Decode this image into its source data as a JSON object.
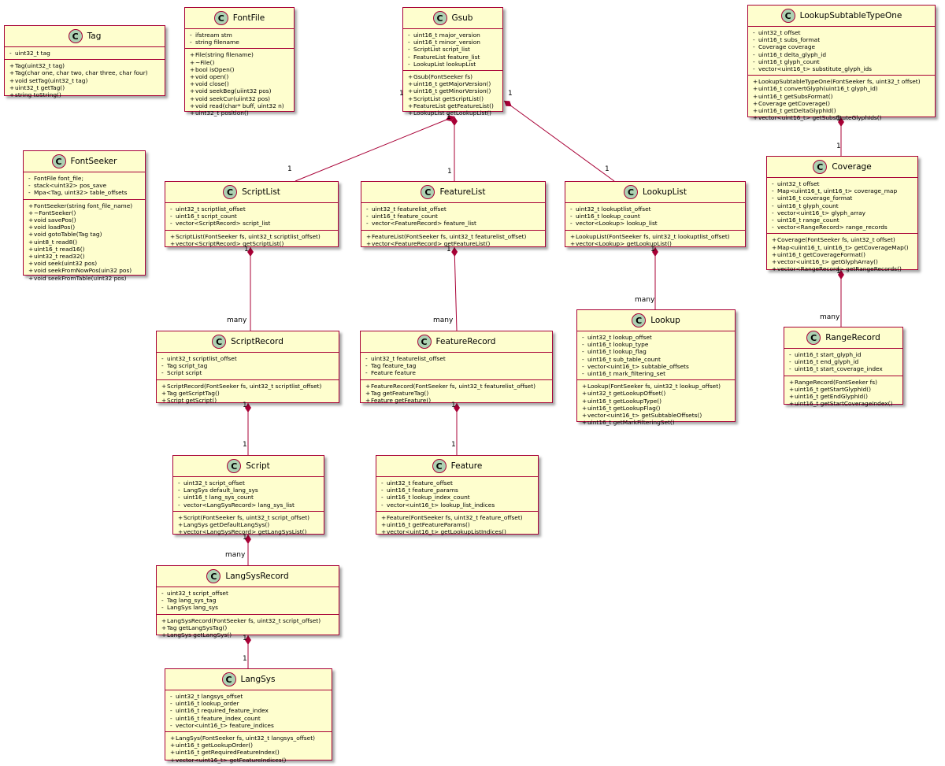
{
  "classes": [
    {
      "id": "tag",
      "name": "Tag",
      "fields": [
        "uint32_t tag"
      ],
      "methods": [
        "Tag(uint32_t tag)",
        "Tag(char one, char two, char three, char four)",
        "void setTag(uint32_t tag)",
        "uint32_t getTag()",
        "string toString()"
      ]
    },
    {
      "id": "fontfile",
      "name": "FontFile",
      "fields": [
        "ifstream stm",
        "string filename"
      ],
      "methods": [
        "File(string filename)",
        "~File()",
        "bool isOpen()",
        "void open()",
        "void close()",
        "void seekBeg(uiint32 pos)",
        "void seekCur(uiint32 pos)",
        "void read(char* buff, uint32 n)",
        "uint32_t position()"
      ]
    },
    {
      "id": "fontseeker",
      "name": "FontSeeker",
      "fields": [
        "FontFile font_file;",
        "stack<uint32> pos_save",
        "Mpa<Tag, uint32> table_offsets"
      ],
      "methods": [
        "FontSeeker(string font_file_name)",
        "~FontSeeker()",
        "void savePos()",
        "void loadPos()",
        "void gotoTable(Tag tag)",
        "uint8_t read8()",
        "uint16_t read16()",
        "uint32_t read32()",
        "void seek(uint32 pos)",
        "void seekFromNowPos(uin32 pos)",
        "void seekFromTable(uint32 pos)"
      ]
    },
    {
      "id": "gsub",
      "name": "Gsub",
      "fields": [
        "uint16_t major_version",
        "uint16_t minor_version",
        "ScriptList script_list",
        "FeatureList feature_list",
        "LookupList lookupList"
      ],
      "methods": [
        "Gsub(FontSeeker fs)",
        "uint16_t getMajorVersion()",
        "uint16_t getMinorVersion()",
        "ScriptList getScriptList()",
        "FeatureList getFeatureList()",
        "LookupList getLookupList()"
      ]
    },
    {
      "id": "lookupsubtabletypeone",
      "name": "LookupSubtableTypeOne",
      "fields": [
        "uint32_t offset",
        "uint16_t subs_format",
        "Coverage coverage",
        "uint16_t delta_glyph_id",
        "uint16_t glyph_count",
        "vector<uint16_t> substitute_glyph_ids"
      ],
      "methods": [
        "LookupSubtableTypeOne(FontSeeker fs, uint32_t offset)",
        "uint16_t convertGlyph(uint16_t glyph_id)",
        "uint16_t getSubsFormat()",
        "Coverage getCoverage()",
        "uint16_t getDeltaGlyphId()",
        "vector<uint16_t> getSubstituteGlyphIds()"
      ]
    },
    {
      "id": "scriptlist",
      "name": "ScriptList",
      "fields": [
        "uint32_t scriptlist_offset",
        "uint16_t script_count",
        "vector<ScriptRecord> script_list"
      ],
      "methods": [
        "ScriptList(FontSeeker fs, uint32_t scriptlist_offset)",
        "vector<ScriptRecord> getScriptList()"
      ]
    },
    {
      "id": "featurelist",
      "name": "FeatureList",
      "fields": [
        "uint32_t featurelist_offset",
        "uint16_t feature_count",
        "vector<FeatureRecord> feature_list"
      ],
      "methods": [
        "FeatureList(FontSeeker fs, uint32_t featurelist_offset)",
        "vector<FeatureRecord> getFeatureList()"
      ]
    },
    {
      "id": "lookuplist",
      "name": "LookupList",
      "fields": [
        "uint32_t lookuptlist_offset",
        "uint16_t lookup_count",
        "vector<Lookup> lookup_list"
      ],
      "methods": [
        "LookupList(FontSeeker fs, uint32_t lookuptlist_offset)",
        "vector<Lookup> getLookupList()"
      ]
    },
    {
      "id": "coverage",
      "name": "Coverage",
      "fields": [
        "uint32_t offset",
        "Map<uiint16_t, uint16_t> coverage_map",
        "uint16_t coverage_format",
        "uint16_t glyph_count",
        "vector<uint16_t> glyph_array",
        "uint16_t range_count",
        "vector<RangeRecord> range_records"
      ],
      "methods": [
        "Coverage(FontSeeker fs, uint32_t offset)",
        "Map<uiint16_t, uint16_t> getCoverageMap()",
        "uint16_t getCoverageFormat()",
        "vector<uint16_t> getGlyphArray()",
        "vector<RangeRecord> getRangeRecords()"
      ]
    },
    {
      "id": "scriptrecord",
      "name": "ScriptRecord",
      "fields": [
        "uint32_t scriptlist_offset",
        "Tag script_tag",
        "Script script"
      ],
      "methods": [
        "ScriptRecord(FontSeeker fs, uint32_t scriptlist_offset)",
        "Tag getScriptTag()",
        "Script getScript()"
      ]
    },
    {
      "id": "featurerecord",
      "name": "FeatureRecord",
      "fields": [
        "uint32_t featurelist_offset",
        "Tag feature_tag",
        "Feature feature"
      ],
      "methods": [
        "FeatureRecord(FontSeeker fs, uint32_t featurelist_offset)",
        "Tag getFeatureTag()",
        "Feature getFeature()"
      ]
    },
    {
      "id": "lookup",
      "name": "Lookup",
      "fields": [
        "uint32_t lookup_offset",
        "uint16_t lookup_type",
        "uint16_t lookup_flag",
        "uint16_t sub_table_count",
        "vector<uint16_t> subtable_offsets",
        "uint16_t mark_filtering_set"
      ],
      "methods": [
        "Lookup(FontSeeker fs, uint32_t lookup_offset)",
        "uint32_t getLookupOffset()",
        "uint16_t getLookupType()",
        "uint16_t getLookupFlag()",
        "vector<uint16_t> getSubtableOffsets()",
        "uint16_t getMarkFilteringSet()"
      ]
    },
    {
      "id": "rangerecord",
      "name": "RangeRecord",
      "fields": [
        "uint16_t start_glyph_id",
        "uint16_t end_glyph_id",
        "uint16_t start_coverage_index"
      ],
      "methods": [
        "RangeRecord(FontSeeker fs)",
        "uint16_t getStartGlyphId()",
        "uint16_t getEndGlyphId()",
        "uint16_t getStartCoverageIndex()"
      ]
    },
    {
      "id": "script",
      "name": "Script",
      "fields": [
        "uint32_t script_offset",
        "LangSys default_lang_sys",
        "uint16_t lang_sys_count",
        "vector<LangSysRecord> lang_sys_list"
      ],
      "methods": [
        "Script(FontSeeker fs, uint32_t script_offset)",
        "LangSys getDefaultLangSys()",
        "vector<LangSysRecord> getLangSysList()"
      ]
    },
    {
      "id": "feature",
      "name": "Feature",
      "fields": [
        "uint32_t feature_offset",
        "uint16_t feature_params",
        "uint16_t lookup_index_count",
        "vector<uint16_t> lookup_list_indices"
      ],
      "methods": [
        "Feature(FontSeeker fs, uint32_t feature_offset)",
        "uint16_t getFeatureParams()",
        "vector<uint16_t> getLookupListIndices()"
      ]
    },
    {
      "id": "langsysrecord",
      "name": "LangSysRecord",
      "fields": [
        "uint32_t script_offset",
        "Tag lang_sys_tag",
        "LangSys lang_sys"
      ],
      "methods": [
        "LangSysRecord(FontSeeker fs, uint32_t script_offset)",
        "Tag getLangSysTag()",
        "LangSys getLangSys()"
      ]
    },
    {
      "id": "langsys",
      "name": "LangSys",
      "fields": [
        "uint32_t langsys_offset",
        "uint16_t lookup_order",
        "uint16_t required_feature_index",
        "uint16_t feature_index_count",
        "vector<uint16_t> feature_indices"
      ],
      "methods": [
        "LangSys(FontSeeker fs, uint32_t langsys_offset)",
        "uint16_t getLookupOrder()",
        "uint16_t getRequiredFeatureIndex()",
        "vector<uint16_t> getFeatureIndices()"
      ]
    }
  ],
  "relations": [
    {
      "from": "gsub",
      "to": "scriptlist",
      "from_mult": "1",
      "to_mult": "1"
    },
    {
      "from": "gsub",
      "to": "featurelist",
      "from_mult": "1",
      "to_mult": "1"
    },
    {
      "from": "gsub",
      "to": "lookuplist",
      "from_mult": "1",
      "to_mult": "1"
    },
    {
      "from": "scriptlist",
      "to": "scriptrecord",
      "from_mult": "1",
      "to_mult": "many"
    },
    {
      "from": "featurelist",
      "to": "featurerecord",
      "from_mult": "1",
      "to_mult": "many"
    },
    {
      "from": "lookuplist",
      "to": "lookup",
      "from_mult": "1",
      "to_mult": "many"
    },
    {
      "from": "scriptrecord",
      "to": "script",
      "from_mult": "1",
      "to_mult": "1"
    },
    {
      "from": "featurerecord",
      "to": "feature",
      "from_mult": "1",
      "to_mult": "1"
    },
    {
      "from": "script",
      "to": "langsysrecord",
      "from_mult": "1",
      "to_mult": "many"
    },
    {
      "from": "langsysrecord",
      "to": "langsys",
      "from_mult": "1",
      "to_mult": "1"
    },
    {
      "from": "lookupsubtabletypeone",
      "to": "coverage",
      "from_mult": "1",
      "to_mult": "1"
    },
    {
      "from": "coverage",
      "to": "rangerecord",
      "from_mult": "1",
      "to_mult": "many"
    }
  ],
  "colors": {
    "class_fill": "#fefece",
    "border": "#a80036",
    "class_icon": "#add1b2"
  },
  "icons": {
    "class_marker": "C",
    "field_visibility": "private-square-icon",
    "method_visibility": "public-circle-icon",
    "composition": "filled-diamond-icon"
  }
}
